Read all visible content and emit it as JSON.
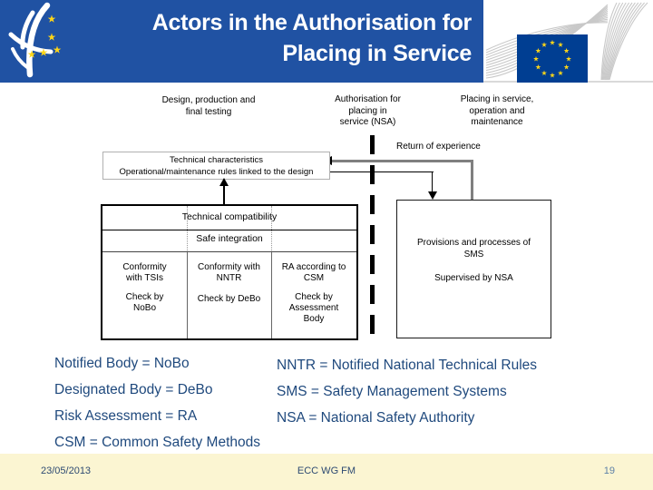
{
  "header": {
    "title_line1": "Actors in the Authorisation for",
    "title_line2": "Placing in Service"
  },
  "icons": {
    "org_logo": "curved-swoosh-with-stars-logo",
    "eu_flag": "eu-flag-12-stars",
    "commission_waves": "gray-flowing-lines"
  },
  "colors": {
    "header_blue": "#2052a3",
    "flag_blue": "#003e92",
    "star_yellow": "#ffd617",
    "footer_bg": "#fbf5d2",
    "legend_text": "#1f497d",
    "return_line_gray": "#7f7f7f"
  },
  "diagram": {
    "phase1": "Design, production and\nfinal testing",
    "phase2": "Authorisation for\nplacing in\nservice (NSA)",
    "phase3": "Placing in service,\noperation and\nmaintenance",
    "return_label": "Return of experience",
    "tech_box_line1": "Technical characteristics",
    "tech_box_line2": "Operational/maintenance rules linked to the design",
    "table": {
      "header": "Technical compatibility",
      "subheader": "Safe integration",
      "col1_top": "Conformity\nwith TSIs",
      "col1_bottom": "Check by\nNoBo",
      "col2_top": "Conformity with\nNNTR",
      "col2_bottom": "Check by DeBo",
      "col3_top": "RA according to\nCSM",
      "col3_bottom": "Check by\nAssessment\nBody"
    },
    "sms_box_line1": "Provisions and processes of\nSMS",
    "sms_box_line2": "Supervised by NSA"
  },
  "legend": {
    "left": [
      "Notified Body = NoBo",
      "Designated Body = DeBo",
      "Risk Assessment = RA",
      "CSM = Common Safety Methods"
    ],
    "right": [
      "NNTR = Notified National Technical Rules",
      "SMS = Safety Management Systems",
      "NSA = National Safety Authority"
    ]
  },
  "footer": {
    "date": "23/05/2013",
    "center_label": "ECC WG FM",
    "page_number": "19"
  }
}
